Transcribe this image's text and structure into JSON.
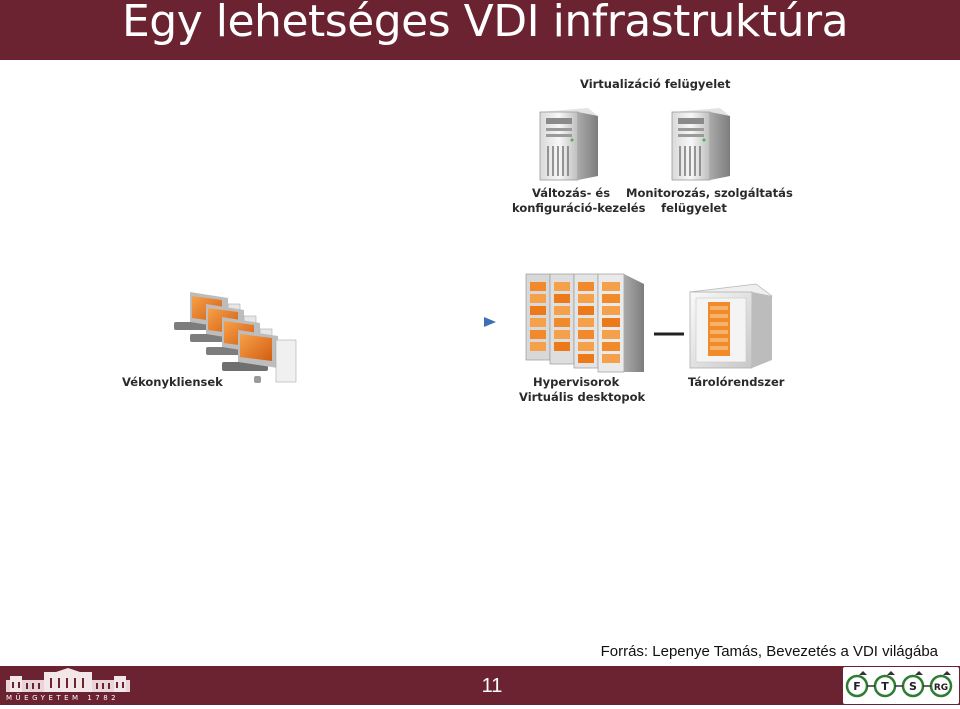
{
  "slide": {
    "title": "Egy lehetséges VDI infrastruktúra",
    "page_number": "11",
    "source": "Forrás: Lepenye Tamás, Bevezetés a VDI világába"
  },
  "diagram": {
    "management_header": "Virtualizáció felügyelet",
    "change_mgmt": {
      "line1": "Változás- és",
      "line2": "konfiguráció-kezelés"
    },
    "monitoring": {
      "line1": "Monitorozás, szolgáltatás",
      "line2": "felügyelet"
    },
    "thin_clients": "Vékonykliensek",
    "hypervisors": {
      "line1": "Hypervisorok",
      "line2": "Virtuális desktopok"
    },
    "storage": "Tárolórendszer"
  },
  "footer": {
    "university_text": "MŰEGYETEM 1782",
    "logo_letters": [
      "F",
      "T",
      "S",
      "RG"
    ]
  },
  "colors": {
    "brand": "#6b2331",
    "arrow": "#4a7bc0",
    "screen": "#e8781c"
  }
}
